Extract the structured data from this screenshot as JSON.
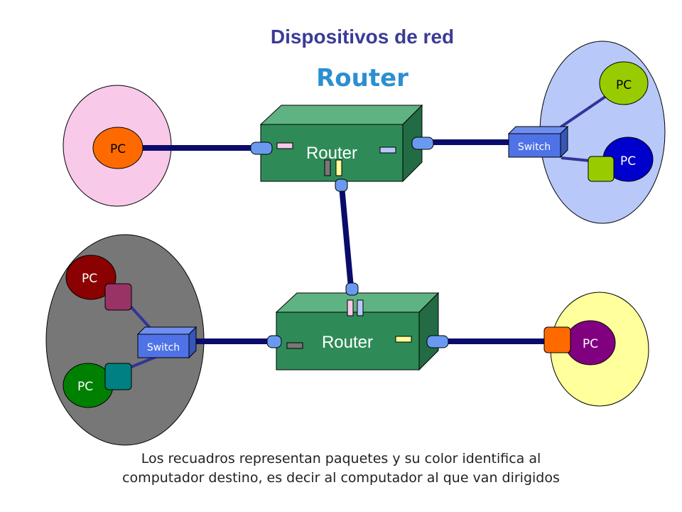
{
  "title": "Dispositivos de red",
  "subtitle": "Router",
  "labels": {
    "router": "Router",
    "switch": "Switch",
    "pc": "PC"
  },
  "caption": {
    "line1": "Los recuadros representan paquetes y su color identifica al",
    "line2": "computador destino, es decir al computador al que van dirigidos"
  },
  "colors": {
    "router_front": "#2e8b57",
    "router_top": "#5fb383",
    "router_side": "#236b44",
    "cable": "#0b0b6b",
    "connector": "#6a9af0",
    "switch": "#4f73e6",
    "network_top_left": "#f8c9e8",
    "network_top_right": "#b8c8f8",
    "network_bottom_left": "#777777",
    "network_bottom_right": "#ffff9c",
    "pc_orange": "#ff6a00",
    "pc_lime": "#99cc00",
    "pc_blue": "#0000cc",
    "pc_darkred": "#8b0000",
    "pc_green": "#008000",
    "pc_purple": "#800080"
  }
}
